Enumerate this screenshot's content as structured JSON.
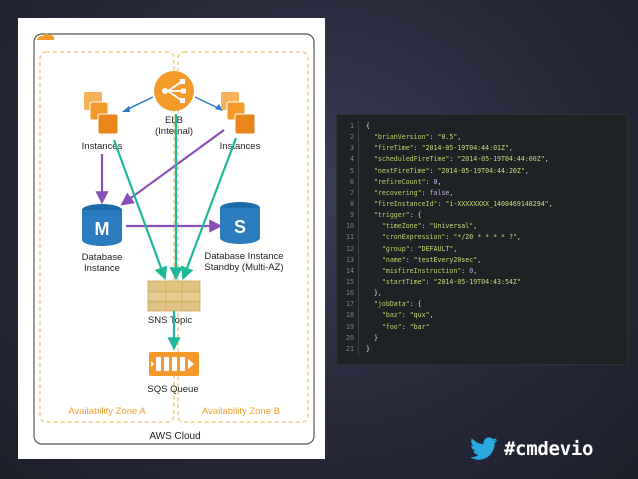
{
  "diagram": {
    "elb_label": "ELB",
    "elb_sublabel": "(Internal)",
    "instances_left_label": "Instances",
    "instances_right_label": "Instances",
    "db_label_line1": "Database",
    "db_label_line2": "Instance",
    "db_standby_line1": "Database Instance",
    "db_standby_line2": "Standby (Multi-AZ)",
    "db_letter": "M",
    "db_standby_letter": "S",
    "sns_label": "SNS Topic",
    "sqs_label": "SQS Queue",
    "zone_a_label": "Availability Zone A",
    "zone_b_label": "Availability Zone B",
    "cloud_label": "AWS Cloud",
    "colors": {
      "orange": "#f39a2a",
      "blue": "#2b7bbf",
      "teal": "#1fb89a",
      "purple": "#8a4fb5",
      "sns": "#e0c282",
      "zone_border": "#f0b050"
    }
  },
  "code": {
    "lines": [
      [
        {
          "t": "p",
          "v": "{"
        }
      ],
      [
        {
          "t": "p",
          "v": "  "
        },
        {
          "t": "k",
          "v": "\"brianVersion\""
        },
        {
          "t": "p",
          "v": ": "
        },
        {
          "t": "s",
          "v": "\"0.5\""
        },
        {
          "t": "p",
          "v": ","
        }
      ],
      [
        {
          "t": "p",
          "v": "  "
        },
        {
          "t": "k",
          "v": "\"fireTime\""
        },
        {
          "t": "p",
          "v": ": "
        },
        {
          "t": "s",
          "v": "\"2014-05-19T04:44:01Z\""
        },
        {
          "t": "p",
          "v": ","
        }
      ],
      [
        {
          "t": "p",
          "v": "  "
        },
        {
          "t": "k",
          "v": "\"scheduledFireTime\""
        },
        {
          "t": "p",
          "v": ": "
        },
        {
          "t": "s",
          "v": "\"2014-05-19T04:44:00Z\""
        },
        {
          "t": "p",
          "v": ","
        }
      ],
      [
        {
          "t": "p",
          "v": "  "
        },
        {
          "t": "k",
          "v": "\"nextFireTime\""
        },
        {
          "t": "p",
          "v": ": "
        },
        {
          "t": "s",
          "v": "\"2014-05-19T04:44:20Z\""
        },
        {
          "t": "p",
          "v": ","
        }
      ],
      [
        {
          "t": "p",
          "v": "  "
        },
        {
          "t": "k",
          "v": "\"refireCount\""
        },
        {
          "t": "p",
          "v": ": "
        },
        {
          "t": "n",
          "v": "0"
        },
        {
          "t": "p",
          "v": ","
        }
      ],
      [
        {
          "t": "p",
          "v": "  "
        },
        {
          "t": "k",
          "v": "\"recovering\""
        },
        {
          "t": "p",
          "v": ": "
        },
        {
          "t": "n",
          "v": "false"
        },
        {
          "t": "p",
          "v": ","
        }
      ],
      [
        {
          "t": "p",
          "v": "  "
        },
        {
          "t": "k",
          "v": "\"fireInstanceId\""
        },
        {
          "t": "p",
          "v": ": "
        },
        {
          "t": "s",
          "v": "\"i-XXXXXXXX_1400469148294\""
        },
        {
          "t": "p",
          "v": ","
        }
      ],
      [
        {
          "t": "p",
          "v": "  "
        },
        {
          "t": "k",
          "v": "\"trigger\""
        },
        {
          "t": "p",
          "v": ": {"
        }
      ],
      [
        {
          "t": "p",
          "v": "    "
        },
        {
          "t": "k",
          "v": "\"timeZone\""
        },
        {
          "t": "p",
          "v": ": "
        },
        {
          "t": "s",
          "v": "\"Universal\""
        },
        {
          "t": "p",
          "v": ","
        }
      ],
      [
        {
          "t": "p",
          "v": "    "
        },
        {
          "t": "k",
          "v": "\"cronExpression\""
        },
        {
          "t": "p",
          "v": ": "
        },
        {
          "t": "s",
          "v": "\"*/20 * * * * ?\""
        },
        {
          "t": "p",
          "v": ","
        }
      ],
      [
        {
          "t": "p",
          "v": "    "
        },
        {
          "t": "k",
          "v": "\"group\""
        },
        {
          "t": "p",
          "v": ": "
        },
        {
          "t": "s",
          "v": "\"DEFAULT\""
        },
        {
          "t": "p",
          "v": ","
        }
      ],
      [
        {
          "t": "p",
          "v": "    "
        },
        {
          "t": "k",
          "v": "\"name\""
        },
        {
          "t": "p",
          "v": ": "
        },
        {
          "t": "s",
          "v": "\"testEvery20sec\""
        },
        {
          "t": "p",
          "v": ","
        }
      ],
      [
        {
          "t": "p",
          "v": "    "
        },
        {
          "t": "k",
          "v": "\"misfireInstruction\""
        },
        {
          "t": "p",
          "v": ": "
        },
        {
          "t": "n",
          "v": "0"
        },
        {
          "t": "p",
          "v": ","
        }
      ],
      [
        {
          "t": "p",
          "v": "    "
        },
        {
          "t": "k",
          "v": "\"startTime\""
        },
        {
          "t": "p",
          "v": ": "
        },
        {
          "t": "s",
          "v": "\"2014-05-19T04:43:54Z\""
        }
      ],
      [
        {
          "t": "p",
          "v": "  },"
        }
      ],
      [
        {
          "t": "p",
          "v": "  "
        },
        {
          "t": "k",
          "v": "\"jobData\""
        },
        {
          "t": "p",
          "v": ": {"
        }
      ],
      [
        {
          "t": "p",
          "v": "    "
        },
        {
          "t": "k",
          "v": "\"baz\""
        },
        {
          "t": "p",
          "v": ": "
        },
        {
          "t": "s",
          "v": "\"qux\""
        },
        {
          "t": "p",
          "v": ","
        }
      ],
      [
        {
          "t": "p",
          "v": "    "
        },
        {
          "t": "k",
          "v": "\"foo\""
        },
        {
          "t": "p",
          "v": ": "
        },
        {
          "t": "s",
          "v": "\"bar\""
        }
      ],
      [
        {
          "t": "p",
          "v": "  }"
        }
      ],
      [
        {
          "t": "p",
          "v": "}"
        }
      ]
    ]
  },
  "brand": {
    "hashtag": "#cmdevio",
    "icon": "twitter-bird-icon",
    "icon_color": "#2aa9e0"
  }
}
